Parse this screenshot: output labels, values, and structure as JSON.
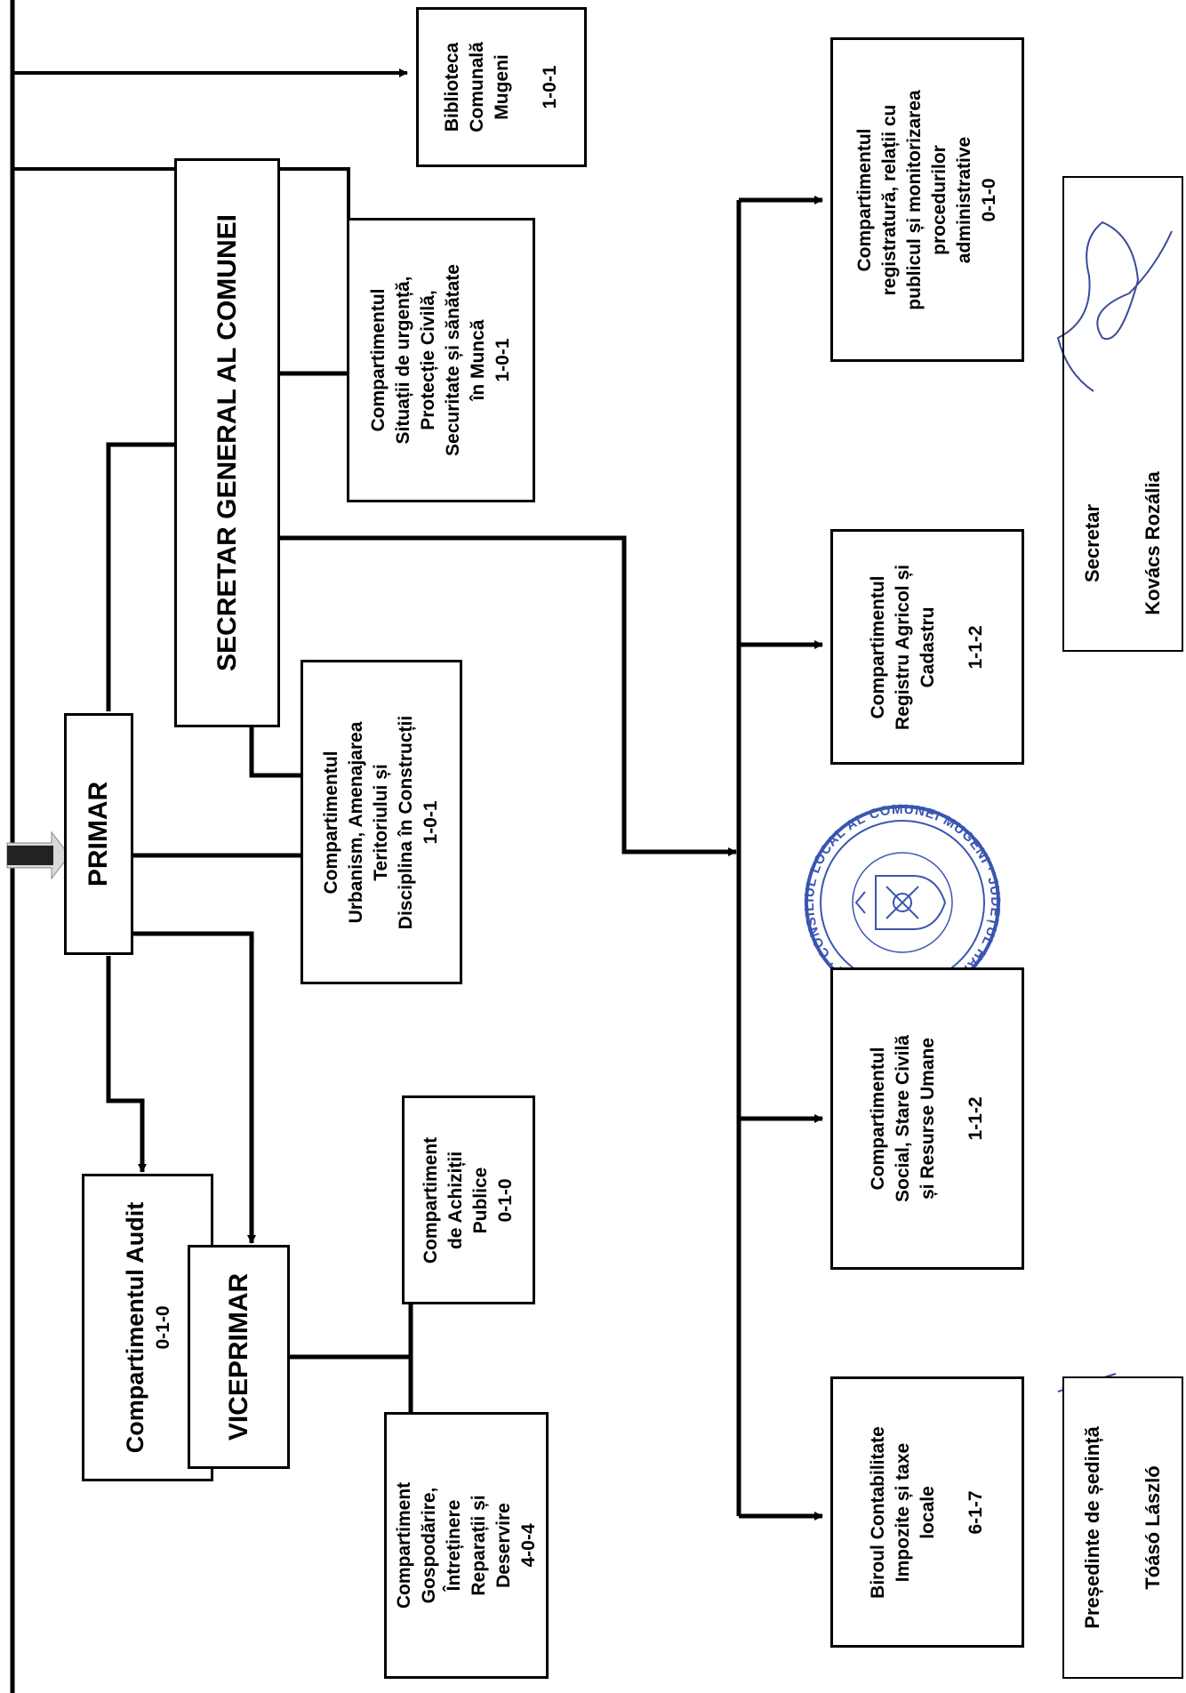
{
  "boxes": {
    "audit": {
      "lines": [
        "Compartimentul  Audit",
        "0-1-0"
      ]
    },
    "viceprimar": {
      "lines": [
        "VICEPRIMAR"
      ]
    },
    "primar": {
      "lines": [
        "PRIMAR"
      ]
    },
    "secretar_general": {
      "lines": [
        "SECRETAR GENERAL AL COMUNEI"
      ]
    },
    "gospodarire": {
      "lines": [
        "Compartiment",
        "Gospodărire,",
        "Întreținere",
        "Reparații și",
        "Deservire",
        "4-0-4"
      ]
    },
    "achizitii": {
      "lines": [
        "Compartiment",
        "de Achiziții",
        "Publice",
        "0-1-0"
      ]
    },
    "urbanism": {
      "lines": [
        "Compartimentul",
        "Urbanism, Amenajarea",
        "Teritoriului și",
        "Disciplina în Construcții",
        "1-0-1"
      ]
    },
    "situatii_urgenta": {
      "lines": [
        "Compartimentul",
        "Situații de urgență,",
        "Protecție Civilă,",
        "Securitate și sănătate",
        "în Muncă",
        "1-0-1"
      ]
    },
    "biblioteca": {
      "lines": [
        "Biblioteca",
        "Comunală",
        "Mugeni",
        "",
        "1-0-1"
      ]
    },
    "contabilitate": {
      "lines": [
        "Biroul Contabilitate",
        "Impozite și taxe",
        "locale",
        "",
        "6-1-7"
      ]
    },
    "social": {
      "lines": [
        "Compartimentul",
        "Social, Stare Civilă",
        "și Resurse Umane",
        "",
        "1-1-2"
      ]
    },
    "registru_agricol": {
      "lines": [
        "Compartimentul",
        "Registru Agricol și",
        "Cadastru",
        "",
        "1-1-2"
      ]
    },
    "registratura": {
      "lines": [
        "Compartimentul",
        "registratură, relații cu",
        "publicul și monitorizarea",
        "procedurilor",
        "administrative",
        "0-1-0"
      ]
    },
    "presedinte": {
      "lines": [
        "Președinte de ședință",
        "",
        "Tóásó László"
      ]
    },
    "secretar_sign": {
      "lines": [
        "Secretar",
        "",
        "Kovács Rozália"
      ]
    }
  },
  "stamp": {
    "outer_text": "ROMÂNIA · CONSILIUL LOCAL AL COMUNEI MUGENI · JUDEȚUL HARGHITA ·",
    "color": "#3a55b0"
  },
  "colors": {
    "line": "#000000",
    "background": "#ffffff"
  }
}
